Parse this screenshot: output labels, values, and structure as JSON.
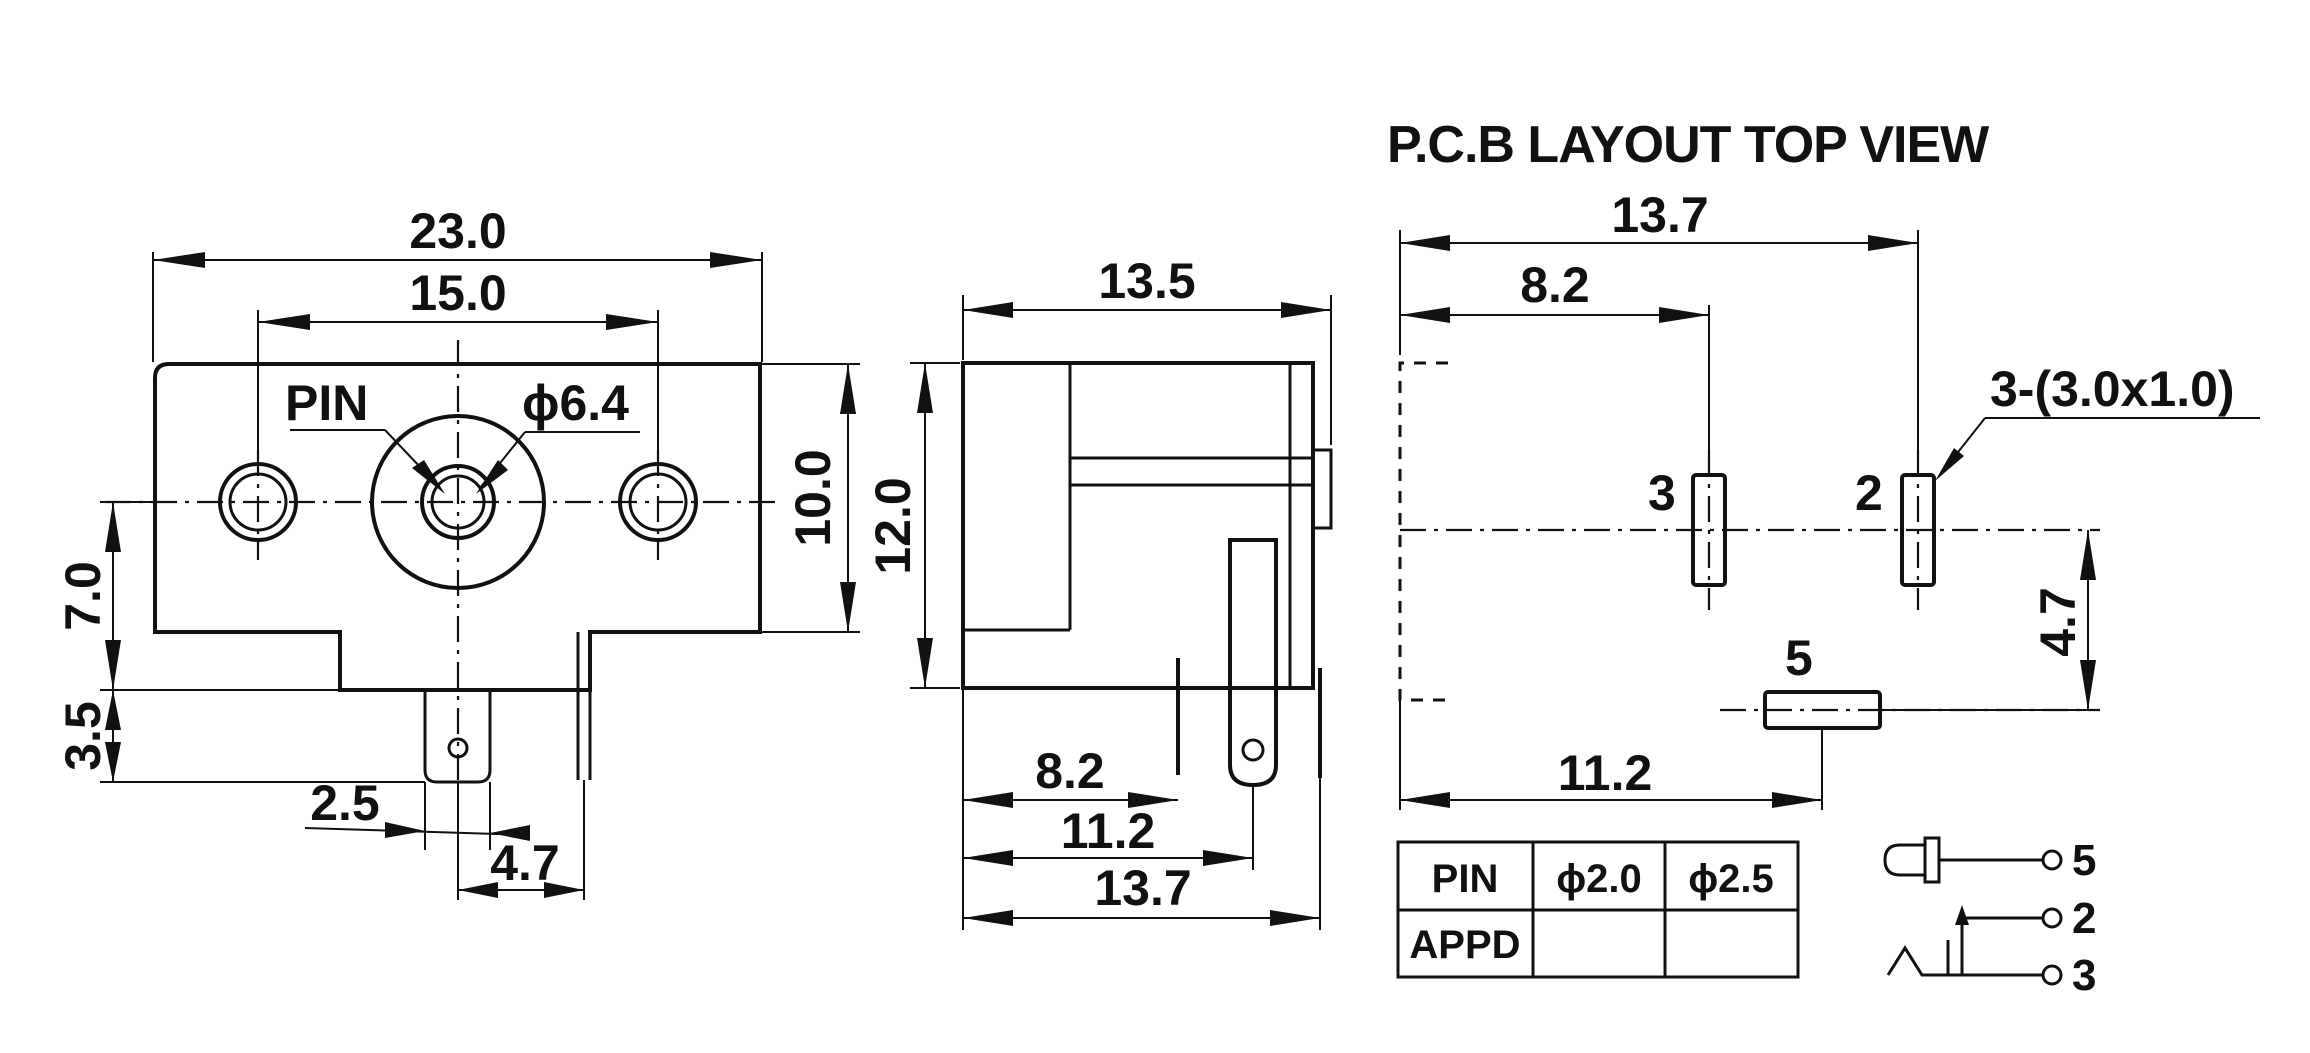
{
  "title": "P.C.B LAYOUT TOP VIEW",
  "front_view": {
    "dim_width_outer": "23.0",
    "dim_width_holes": "15.0",
    "pin_label": "PIN",
    "dim_diameter": "ϕ6.4",
    "dim_height_body": "10.0",
    "dim_center_height": "7.0",
    "dim_pin_height": "3.5",
    "dim_pin_offset": "2.5",
    "dim_pin_spacing": "4.7"
  },
  "side_view": {
    "dim_depth": "13.5",
    "dim_height": "12.0",
    "dim_pin_a": "8.2",
    "dim_pin_b": "11.2",
    "dim_pin_c": "13.7"
  },
  "pcb_view": {
    "dim_total": "13.7",
    "dim_pin3": "8.2",
    "slot_note": "3-(3.0x1.0)",
    "pin3_label": "3",
    "pin2_label": "2",
    "pin5_label": "5",
    "dim_pin5_offset": "4.7",
    "dim_pin5_x": "11.2"
  },
  "pin_table": {
    "header": [
      "PIN",
      "ϕ2.0",
      "ϕ2.5"
    ],
    "row": [
      "APPD",
      "",
      ""
    ]
  },
  "schematic": {
    "pins": [
      "5",
      "2",
      "3"
    ]
  }
}
